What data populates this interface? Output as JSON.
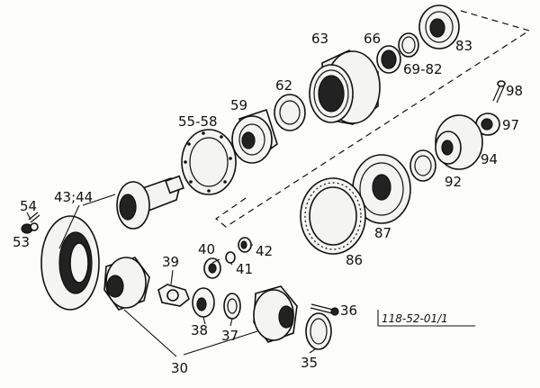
{
  "diagram": {
    "reference_code": "118-52-01/1",
    "labels": {
      "p83": "83",
      "p66": "66",
      "p63": "63",
      "p69_82": "69-82",
      "p98": "98",
      "p62": "62",
      "p97": "97",
      "p59": "59",
      "p55_58": "55-58",
      "p94": "94",
      "p92": "92",
      "p87": "87",
      "p86": "86",
      "p54": "54",
      "p43_44": "43;44",
      "p53": "53",
      "p40": "40",
      "p42": "42",
      "p39": "39",
      "p41": "41",
      "p36": "36",
      "p38": "38",
      "p37": "37",
      "p35": "35",
      "p30": "30"
    }
  }
}
